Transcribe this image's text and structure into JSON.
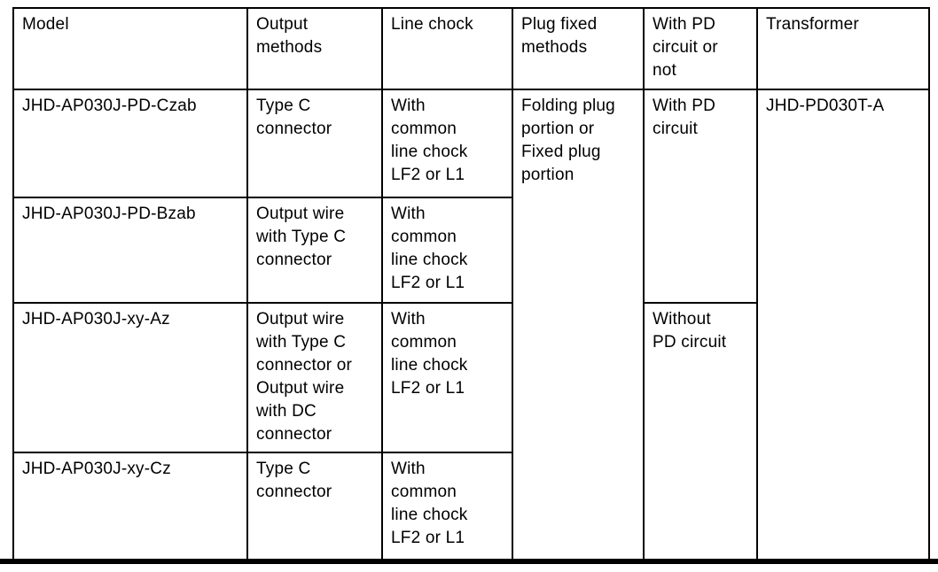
{
  "colors": {
    "border": "#000000",
    "text": "#000000",
    "background": "#ffffff"
  },
  "table": {
    "headers": {
      "model": "Model",
      "output_methods": "Output\nmethods",
      "line_chock": "Line chock",
      "plug_fixed_methods": "Plug fixed\nmethods",
      "pd_circuit": "With PD\ncircuit or\nnot",
      "transformer": "Transformer"
    },
    "rows": [
      {
        "model": "JHD-AP030J-PD-Czab",
        "output": "Type C\nconnector",
        "chock": "With\ncommon\nline chock\nLF2 or L1"
      },
      {
        "model": "JHD-AP030J-PD-Bzab",
        "output": "Output wire\nwith Type C\nconnector",
        "chock": "With\ncommon\nline chock\nLF2 or L1"
      },
      {
        "model": "JHD-AP030J-xy-Az",
        "output": "Output wire\nwith Type C\nconnector or\nOutput wire\nwith DC\nconnector",
        "chock": "With\ncommon\nline chock\nLF2 or L1"
      },
      {
        "model": "JHD-AP030J-xy-Cz",
        "output": "Type C\nconnector",
        "chock": "With\ncommon\nline chock\nLF2 or L1"
      }
    ],
    "merged": {
      "plug_fixed_methods": "Folding plug\nportion or\nFixed plug\nportion",
      "with_pd_circuit": "With PD\ncircuit",
      "without_pd_circuit": "Without\nPD circuit",
      "transformer_model": "JHD-PD030T-A"
    }
  }
}
